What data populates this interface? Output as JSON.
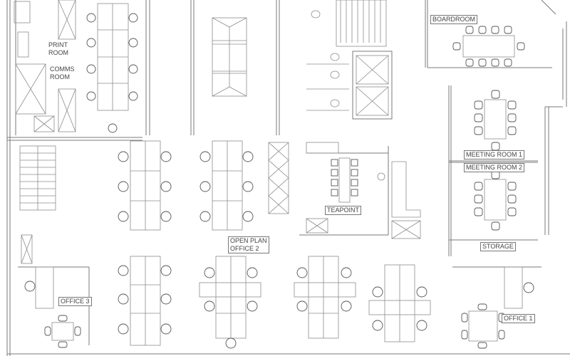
{
  "plan": {
    "type": "office floor plan",
    "rooms": [
      {
        "id": "print-room",
        "label_line1": "PRINT",
        "label_line2": "ROOM"
      },
      {
        "id": "comms-room",
        "label_line1": "COMMS",
        "label_line2": "ROOM"
      },
      {
        "id": "boardroom",
        "label": "BOARDROOM"
      },
      {
        "id": "meeting-room-1",
        "label": "MEETING ROOM 1"
      },
      {
        "id": "meeting-room-2",
        "label": "MEETING ROOM 2"
      },
      {
        "id": "teapoint",
        "label": "TEAPOINT"
      },
      {
        "id": "open-plan-office-2",
        "label_line1": "OPEN PLAN",
        "label_line2": "OFFICE 2"
      },
      {
        "id": "storage",
        "label": "STORAGE"
      },
      {
        "id": "office-3",
        "label": "OFFICE 3"
      },
      {
        "id": "office-1",
        "label": "OFFICE 1"
      }
    ],
    "colors": {
      "line": "#7a7a7a",
      "text": "#444444",
      "background": "#ffffff"
    }
  }
}
